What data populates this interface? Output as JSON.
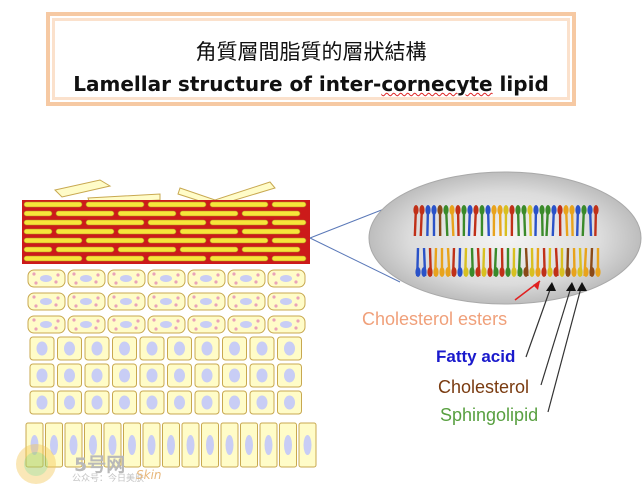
{
  "title": {
    "zh": "角質層間脂質的層狀結構",
    "en_main": "Lamellar structure of inter-",
    "en_underlined": "cornecyte",
    "en_tail": " lipid"
  },
  "labels": {
    "cholesterol_esters": "Cholesterol esters",
    "fatty_acid": "Fatty acid",
    "cholesterol": "Cholesterol",
    "sphingolipid": "Sphingolipid"
  },
  "watermark": {
    "brand": "5号网",
    "tagline": "公众号：今日美肤",
    "skin": "Skin"
  },
  "colors": {
    "lipid_red": "#cc1a1a",
    "cell_fill": "#fffcc8",
    "cell_outline": "#c8a850",
    "nucleus": "#c8cdf5",
    "ellipse": "#c7c7c7",
    "title_border": "#f6c9a3"
  }
}
